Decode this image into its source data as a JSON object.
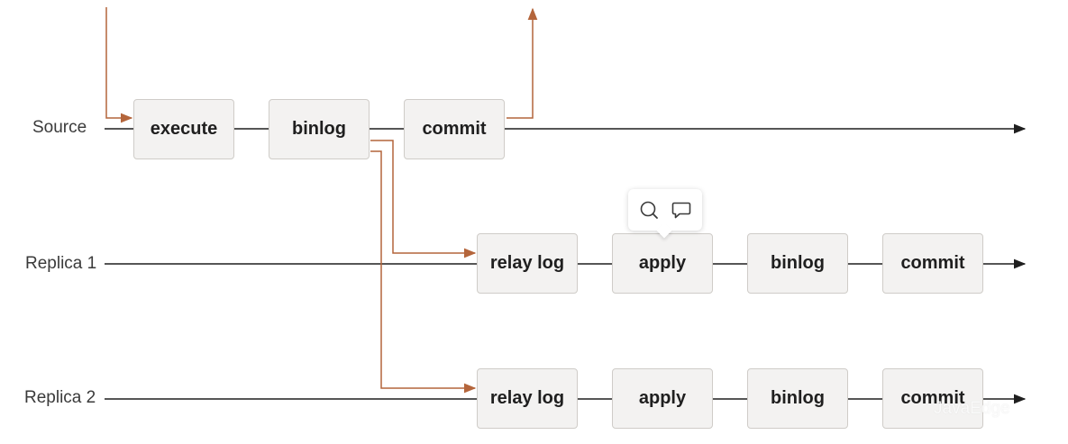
{
  "colors": {
    "timeline": "#1f1f1f",
    "flow_arrow": "#b4653b",
    "box_fill": "#f3f2f1",
    "box_border": "#cfccc8"
  },
  "rows": [
    {
      "id": "source",
      "label": "Source",
      "steps": [
        "execute",
        "binlog",
        "commit"
      ]
    },
    {
      "id": "replica1",
      "label": "Replica 1",
      "steps": [
        "relay log",
        "apply",
        "binlog",
        "commit"
      ]
    },
    {
      "id": "replica2",
      "label": "Replica 2",
      "steps": [
        "relay log",
        "apply",
        "binlog",
        "commit"
      ]
    }
  ],
  "toolbar": {
    "icons": [
      "search-icon",
      "comment-icon"
    ]
  },
  "watermark": "JavaEdge"
}
